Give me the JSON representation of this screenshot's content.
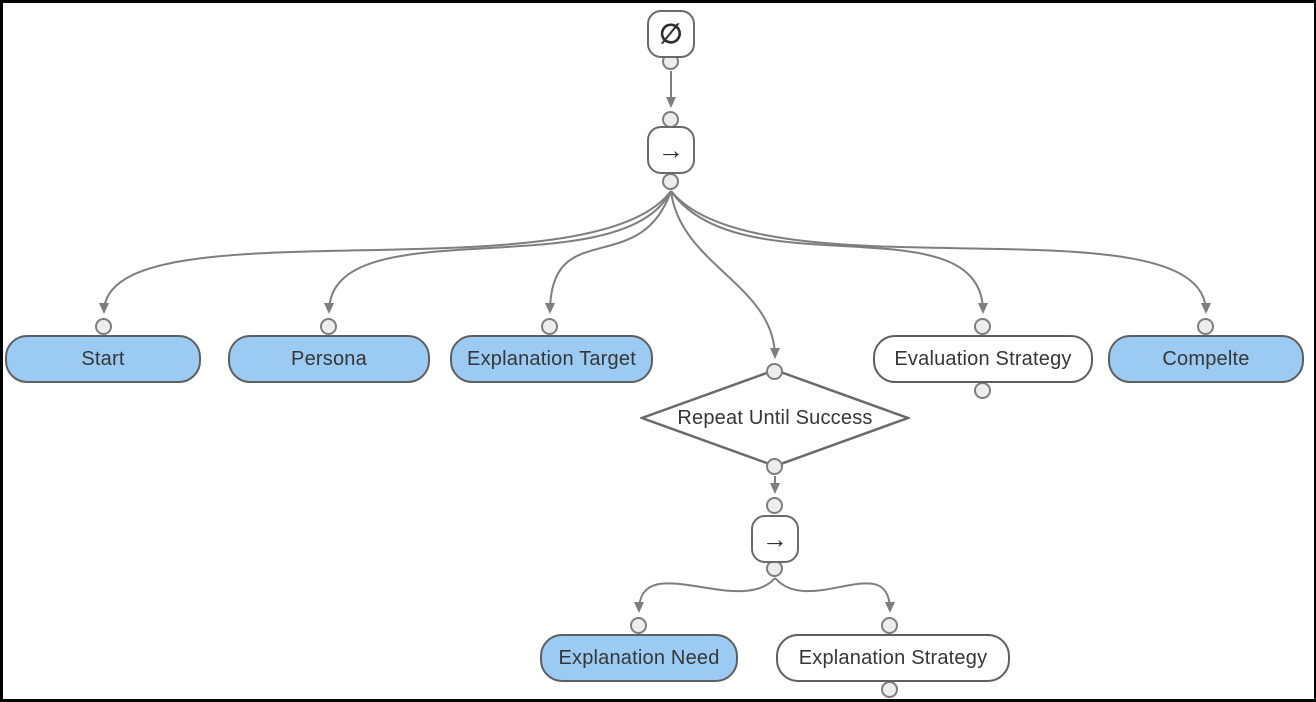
{
  "diagram": {
    "kind": "behavior-tree-flowchart",
    "colors": {
      "node_fill_blue": "#9bcbf2",
      "node_fill_white": "#ffffff",
      "node_border": "#5f5f5f",
      "edge": "#7e7e7e",
      "port_fill": "#ededed",
      "port_border": "#7e7e7e",
      "text": "#363636",
      "frame": "#000000"
    },
    "root": {
      "icon": "∅",
      "icon_name": "empty-set-icon"
    },
    "sequence1": {
      "icon": "→",
      "icon_name": "arrow-right-icon"
    },
    "sequence2": {
      "icon": "→",
      "icon_name": "arrow-right-icon"
    },
    "nodes": {
      "start": {
        "label": "Start",
        "fill": "blue"
      },
      "persona": {
        "label": "Persona",
        "fill": "blue"
      },
      "explanation_target": {
        "label": "Explanation Target",
        "fill": "blue"
      },
      "repeat_until_success": {
        "label": "Repeat Until Success",
        "fill": "white",
        "shape": "diamond"
      },
      "evaluation_strategy": {
        "label": "Evaluation Strategy",
        "fill": "white"
      },
      "compelte": {
        "label": "Compelte",
        "fill": "blue"
      },
      "explanation_need": {
        "label": "Explanation Need",
        "fill": "blue"
      },
      "explanation_strategy": {
        "label": "Explanation Strategy",
        "fill": "white"
      }
    }
  }
}
